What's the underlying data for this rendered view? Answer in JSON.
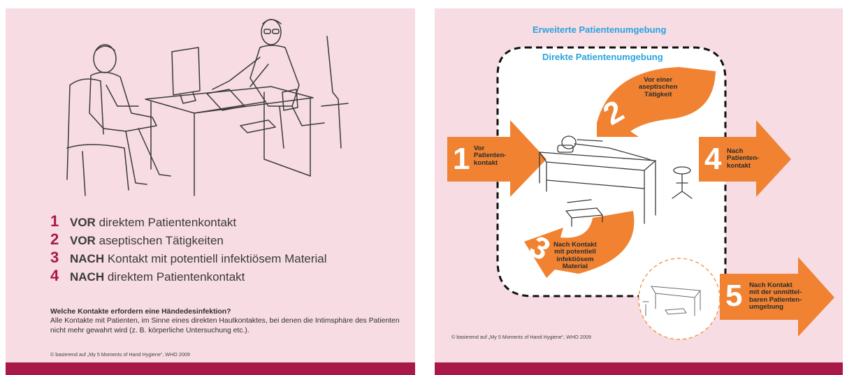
{
  "left": {
    "moments": [
      {
        "number": "1",
        "keyword": "VOR",
        "text": "direktem Patientenkontakt"
      },
      {
        "number": "2",
        "keyword": "VOR",
        "text": "aseptischen Tätigkeiten"
      },
      {
        "number": "3",
        "keyword": "NACH",
        "text": "Kontakt mit potentiell infektiösem Material"
      },
      {
        "number": "4",
        "keyword": "NACH",
        "text": "direktem Patientenkontakt"
      }
    ],
    "question_title": "Welche Kontakte erfordern eine Händedesinfektion?",
    "question_body": "Alle Kontakte mit Patienten, im Sinne eines direkten Hautkontaktes, bei denen die Intimsphäre des Patienten nicht mehr gewahrt wird (z. B. körperliche Untersuchung etc.).",
    "copyright": "© basierend auf „My 5 Moments of Hand Hygiene“, WHO 2009"
  },
  "right": {
    "extended_zone_label": "Erweiterte Patientenumgebung",
    "direct_zone_label": "Direkte Patientenumgebung",
    "arrows": [
      {
        "number": "1",
        "label_lines": [
          "Vor",
          "Patienten-",
          "kontakt"
        ]
      },
      {
        "number": "2",
        "label_lines": [
          "Vor einer",
          "aseptischen",
          "Tätigkeit"
        ]
      },
      {
        "number": "3",
        "label_lines": [
          "Nach Kontakt",
          "mit potentiell",
          "infektiösem",
          "Material"
        ]
      },
      {
        "number": "4",
        "label_lines": [
          "Nach",
          "Patienten-",
          "kontakt"
        ]
      },
      {
        "number": "5",
        "label_lines": [
          "Nach Kontakt",
          "mit der unmittel-",
          "baren Patienten-",
          "umgebung"
        ]
      }
    ],
    "copyright": "© basierend auf „My 5 Moments of Hand Hygiene“, WHO 2009"
  },
  "colors": {
    "background": "#f7dce3",
    "accent": "#a8194a",
    "arrow": "#f08232",
    "zone_label": "#2aa3df"
  },
  "icons": [
    "doctor-patient-illustration",
    "patient-bed-illustration",
    "empty-bed-illustration"
  ]
}
